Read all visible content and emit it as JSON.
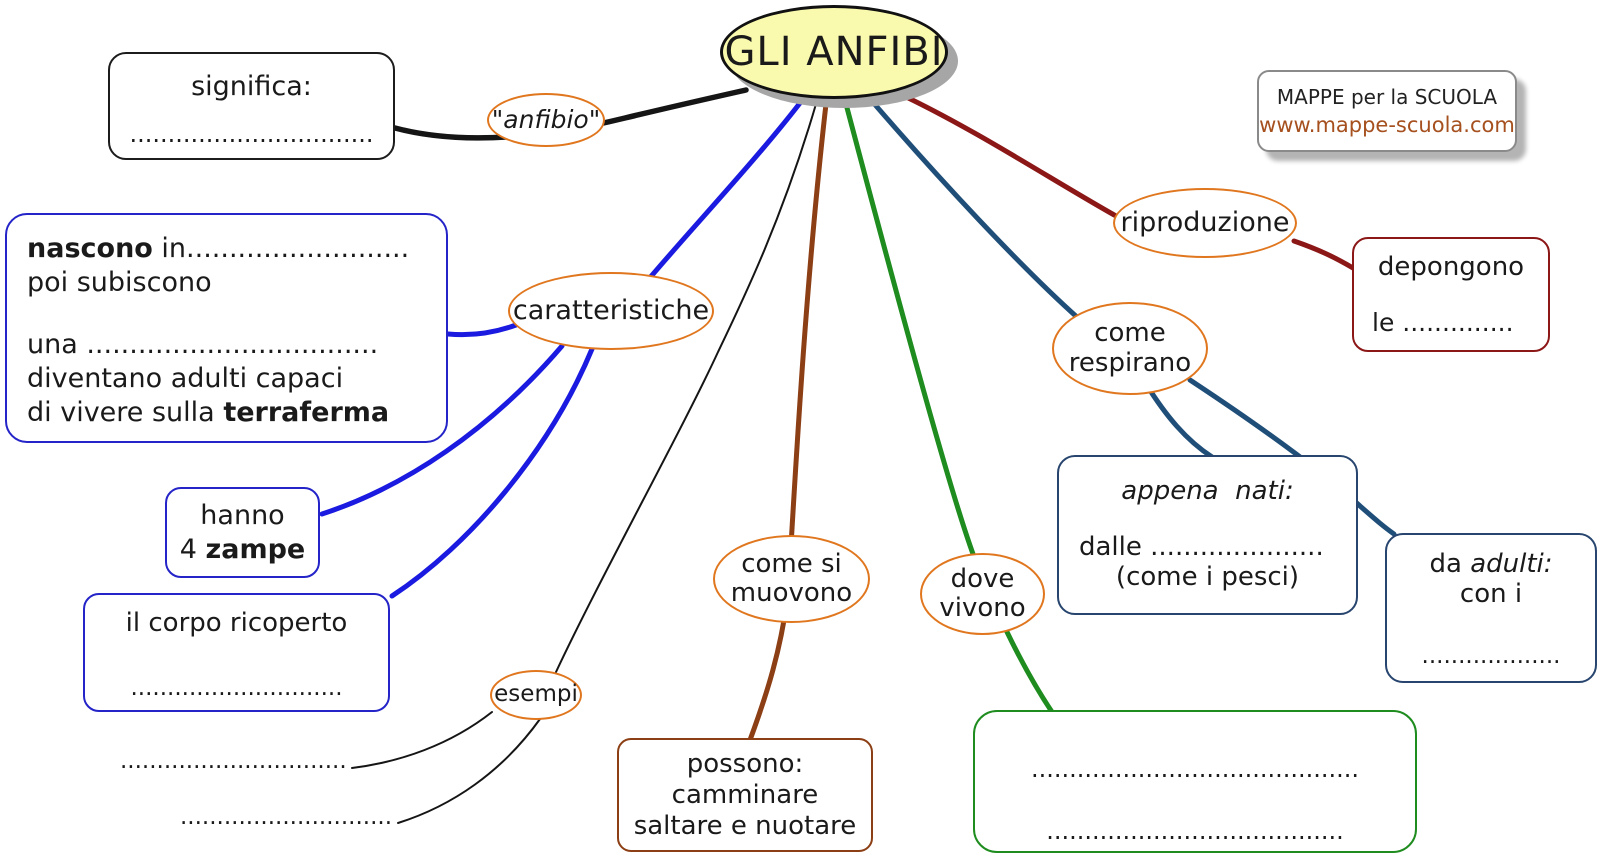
{
  "palette": {
    "black": "#151515",
    "orange": "#E0771F",
    "blue": "#1A1AE0",
    "blue-border": "#2424C8",
    "steel": "#1F4E79",
    "steel-border": "#27456E",
    "green": "#1E8C1E",
    "brown": "#8C3E14",
    "darkred": "#8C1717",
    "yellow": "#FAFAAE",
    "shadow": "#A6A6A6",
    "link": "#A5501E"
  },
  "center": "GLI ANFIBI",
  "brand": {
    "line1": "MAPPE per la SCUOLA",
    "url": "www.mappe-scuola.com"
  },
  "significa": {
    "title": "significa:",
    "dots": "................................"
  },
  "anfibio": "\"anfibio\"",
  "nascono": {
    "l1b": "nascono",
    "l1r": " in..........................",
    "l2": "poi subiscono",
    "l3": "una ..................................",
    "l4": "diventano adulti capaci",
    "l5a": "di vivere sulla ",
    "l5b": "terraferma"
  },
  "caratteristiche": "caratteristiche",
  "hanno": {
    "l1": "hanno",
    "l2a": "4 ",
    "l2b": "zampe"
  },
  "corpo": {
    "l1": "il corpo ricoperto",
    "dots": "............................."
  },
  "esempi": {
    "label": "esempi",
    "dots1": "...............................",
    "dots2": "............................."
  },
  "muovono": {
    "l1": "come si",
    "l2": "muovono"
  },
  "possono": {
    "l1": "possono:",
    "l2": "camminare",
    "l3": "saltare e nuotare"
  },
  "vivono": {
    "l1": "dove",
    "l2": "vivono"
  },
  "habitat": {
    "dots1": "...........................................",
    "dots2": "......................................."
  },
  "respirano": {
    "l1": "come",
    "l2": "respirano"
  },
  "appena": {
    "title": "appena  nati:",
    "l2a": "dalle ",
    "l2dots": ".....................",
    "l3": "(come i pesci)"
  },
  "adulti": {
    "l1a": "da ",
    "l1b": "adulti:",
    "l2": "con i",
    "dots": "..................."
  },
  "depongono": {
    "l1": "depongono",
    "l2": "le .............."
  }
}
